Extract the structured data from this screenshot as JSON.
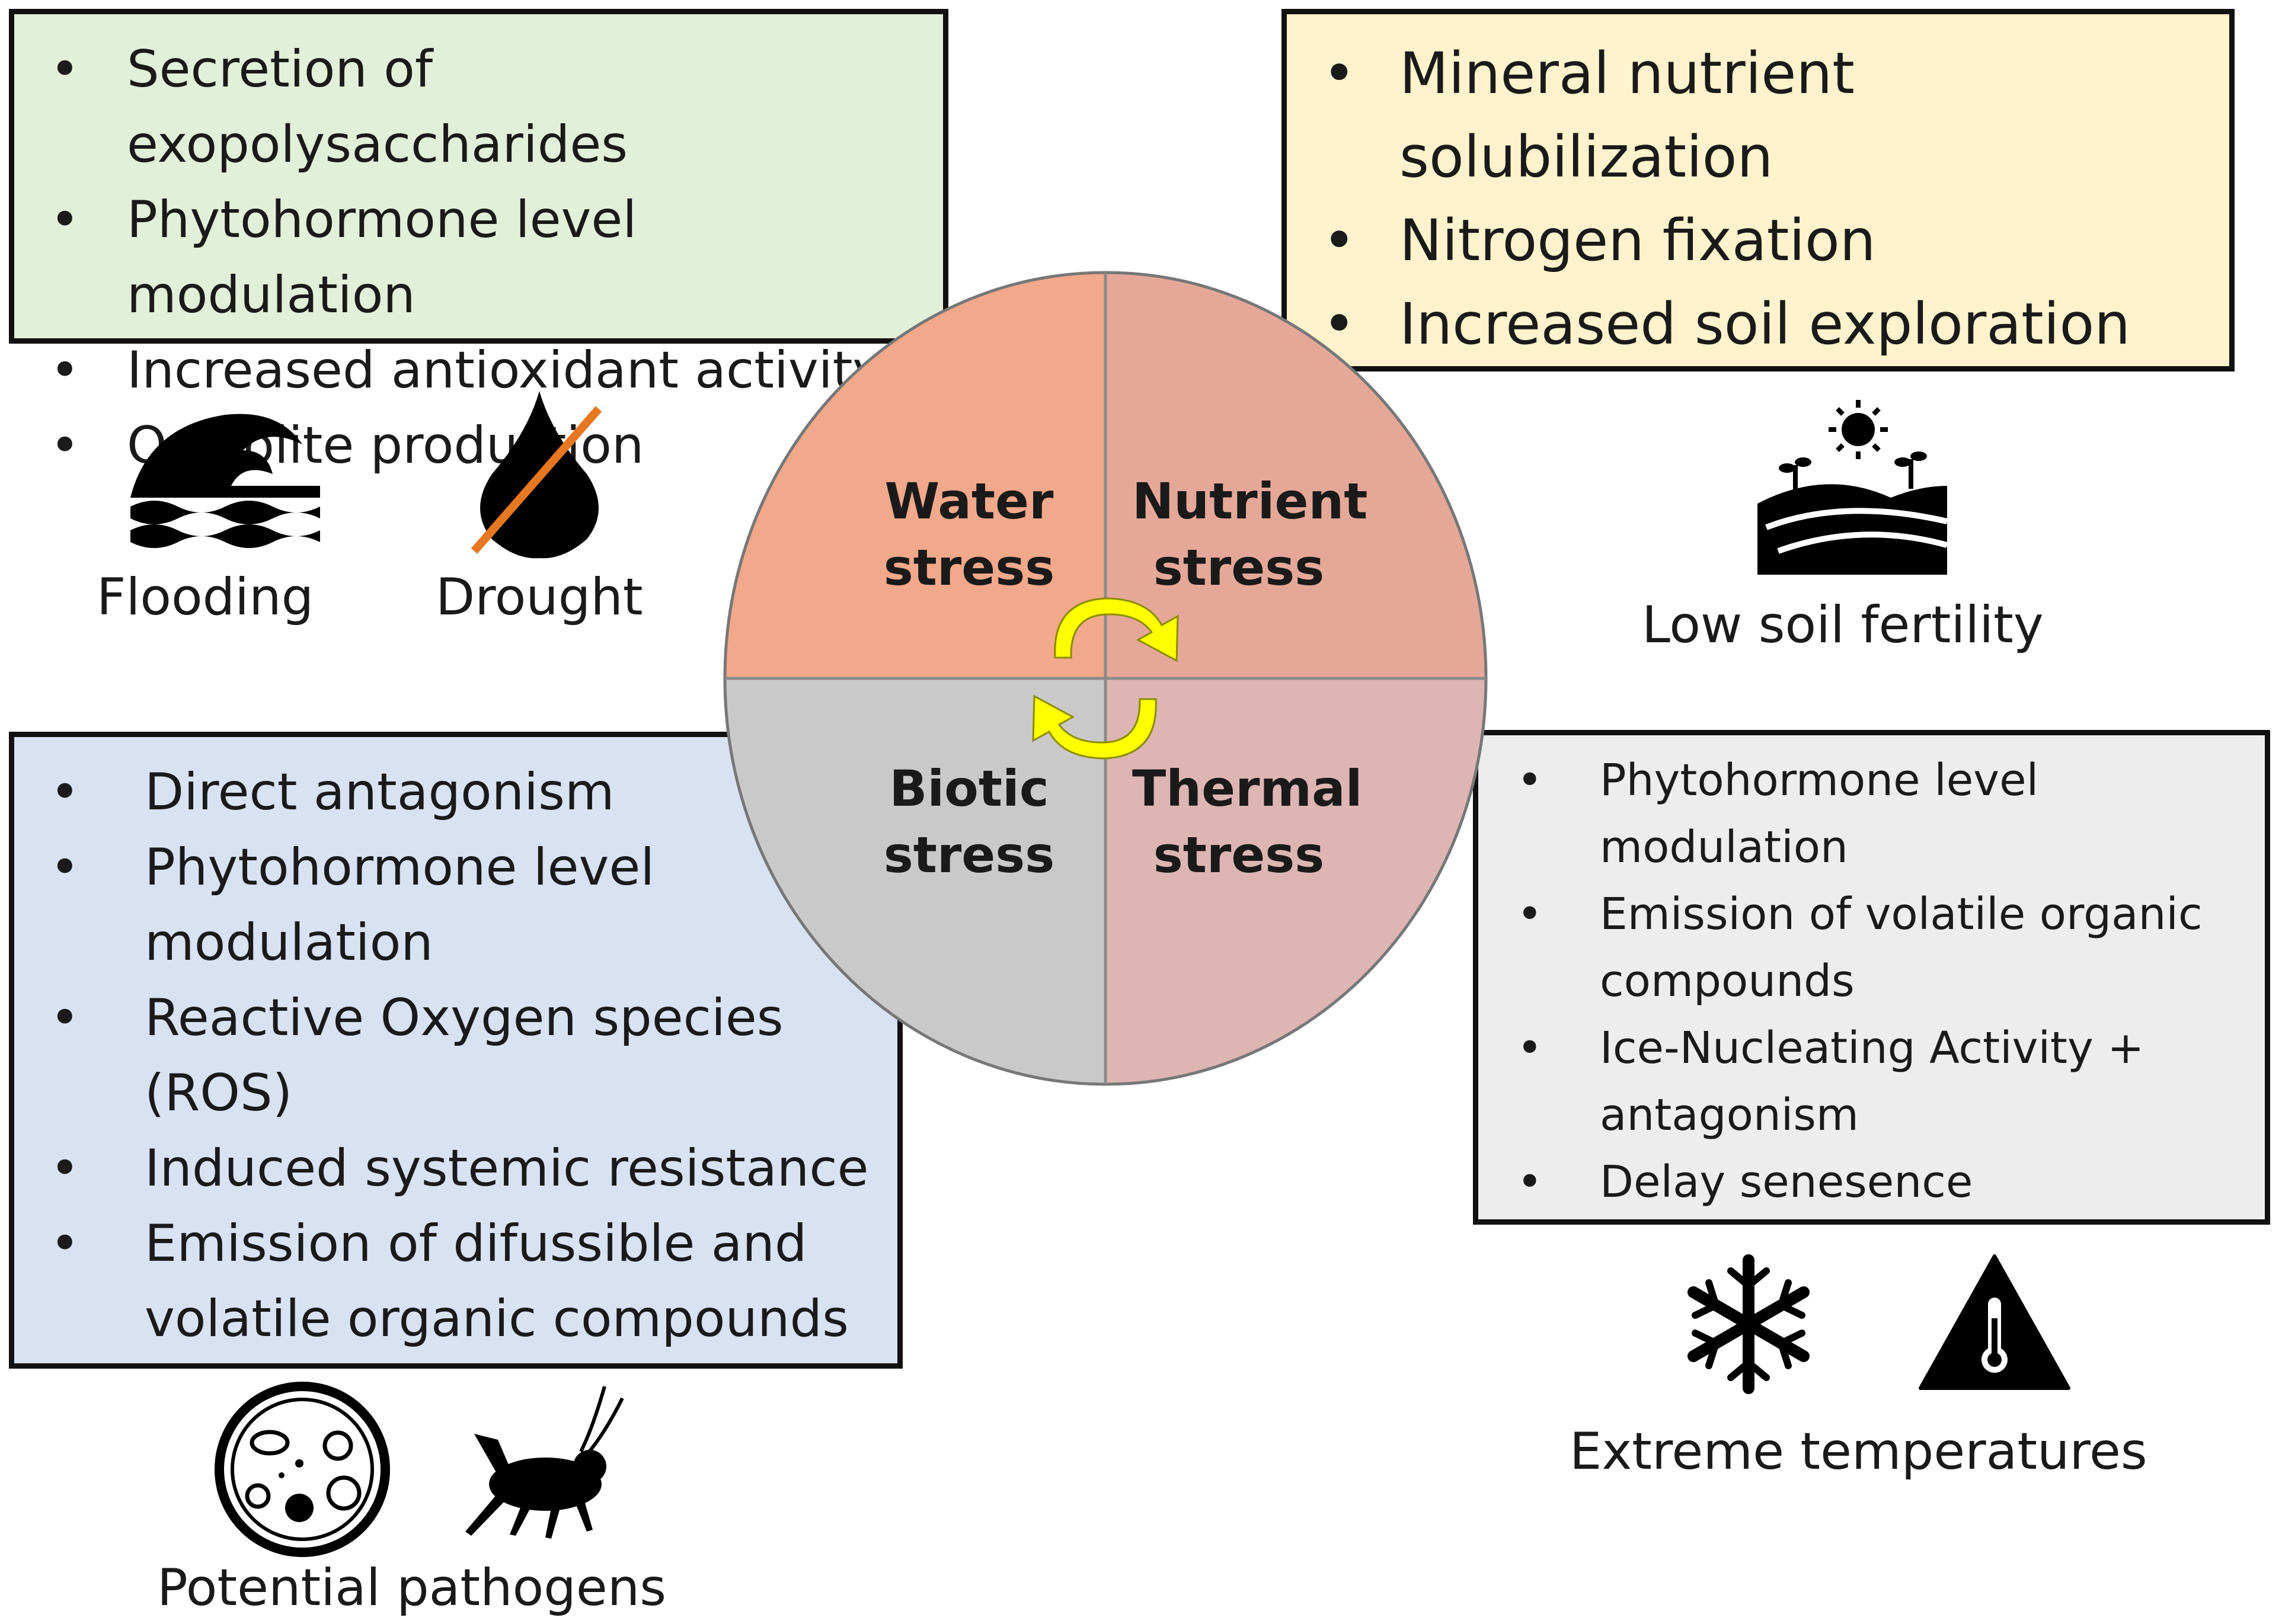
{
  "quadrants": {
    "water": "Water stress",
    "water_l1": "Water",
    "water_l2": "stress",
    "nutrient_l1": "Nutrient",
    "nutrient_l2": "stress",
    "biotic_l1": "Biotic",
    "biotic_l2": "stress",
    "thermal_l1": "Thermal",
    "thermal_l2": "stress"
  },
  "water_box": {
    "items": [
      "Secretion of exopolysaccharides",
      "Phytohormone level modulation",
      "Increased antioxidant activity",
      "Osmolite production"
    ]
  },
  "nutrient_box": {
    "items": [
      "Mineral nutrient solubilization",
      "Nitrogen fixation",
      "Increased soil exploration"
    ]
  },
  "biotic_box": {
    "items": [
      "Direct antagonism",
      "Phytohormone level modulation",
      "Reactive Oxygen species (ROS)",
      "Induced systemic resistance",
      "Emission of difussible and volatile organic compounds"
    ]
  },
  "thermal_box": {
    "items": [
      "Phytohormone level modulation",
      "Emission of volatile organic compounds",
      "Ice-Nucleating Activity + antagonism",
      "Delay senesence"
    ]
  },
  "captions": {
    "flooding": "Flooding",
    "drought": "Drought",
    "low_soil": "Low soil fertility",
    "pathogens": "Potential pathogens",
    "temperatures": "Extreme temperatures"
  },
  "colors": {
    "water_quadrant": "#f2a88a",
    "nutrient_quadrant": "#e5a898",
    "biotic_quadrant": "#c9c9c9",
    "thermal_quadrant": "#ddb5b3",
    "arrows": "#ffff00",
    "drought_slash": "#e87722"
  },
  "icons": [
    "wave-icon",
    "water-drop-icon",
    "field-sun-icon",
    "petri-dish-icon",
    "insect-icon",
    "snowflake-icon",
    "thermometer-warning-icon"
  ]
}
